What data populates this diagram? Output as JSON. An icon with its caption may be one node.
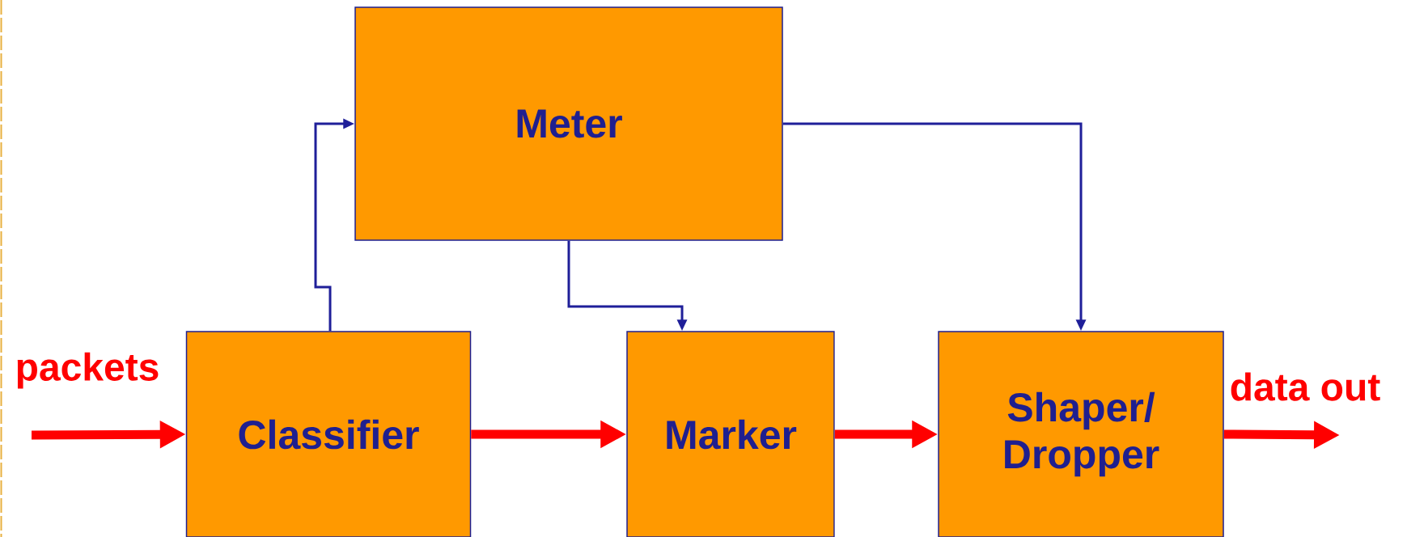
{
  "diagram": {
    "nodes": [
      {
        "text": [
          "Meter"
        ]
      },
      {
        "text": [
          "Classifier"
        ]
      },
      {
        "text": [
          "Marker"
        ]
      },
      {
        "text": [
          "Shaper/ Dropper"
        ]
      }
    ],
    "edges": [
      {
        "from": null,
        "to": 1,
        "arrow": "to",
        "label": "packets"
      },
      {
        "from": 1,
        "to": 2,
        "arrow": "to"
      },
      {
        "from": 2,
        "to": 3,
        "arrow": "to"
      },
      {
        "from": 3,
        "to": null,
        "arrow": "to",
        "label": "data out"
      },
      {
        "from": 1,
        "to": 0,
        "arrow": "to",
        "color": "#1f1f99"
      },
      {
        "from": 0,
        "to": 2,
        "arrow": "to",
        "color": "#1f1f99"
      },
      {
        "from": 0,
        "to": 3,
        "arrow": "to",
        "color": "#1f1f99"
      }
    ]
  }
}
